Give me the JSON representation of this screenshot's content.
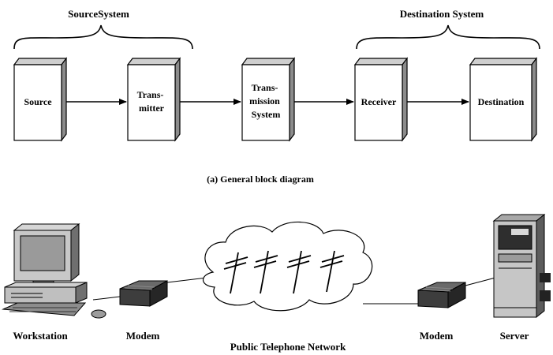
{
  "block_diagram": {
    "source_group_label": "SourceSystem",
    "destination_group_label": "Destination System",
    "blocks": [
      {
        "id": "source",
        "lines": [
          "Source"
        ]
      },
      {
        "id": "transmitter",
        "lines": [
          "Trans-",
          "mitter"
        ]
      },
      {
        "id": "transmission-system",
        "lines": [
          "Trans-",
          "mission",
          "System"
        ]
      },
      {
        "id": "receiver",
        "lines": [
          "Receiver"
        ]
      },
      {
        "id": "destination",
        "lines": [
          "Destination"
        ]
      }
    ],
    "caption": "(a) General block diagram"
  },
  "network_example": {
    "labels": {
      "workstation": "Workstation",
      "modem_left": "Modem",
      "network": "Public Telephone Network",
      "modem_right": "Modem",
      "server": "Server"
    }
  }
}
